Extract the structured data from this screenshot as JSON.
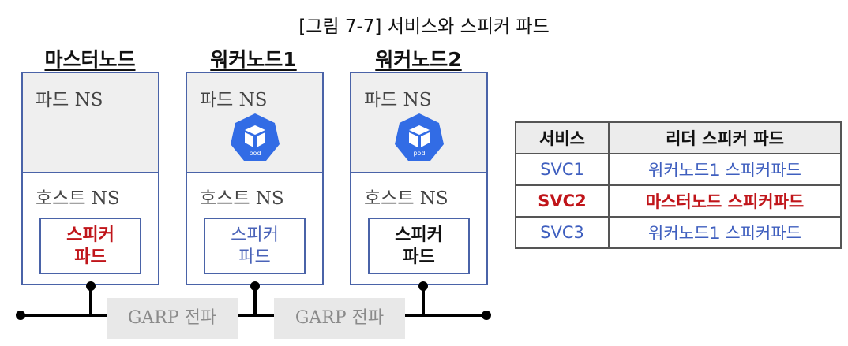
{
  "figure_title": "[그림 7-7] 서비스와 스피커 파드",
  "nodes": [
    {
      "title": "마스터노드",
      "pod_ns": "파드 NS",
      "host_ns": "호스트 NS",
      "speaker_line1": "스피커",
      "speaker_line2": "파드",
      "has_pod": false
    },
    {
      "title": "워커노드1",
      "pod_ns": "파드 NS",
      "host_ns": "호스트 NS",
      "speaker_line1": "스피커",
      "speaker_line2": "파드",
      "has_pod": true
    },
    {
      "title": "워커노드2",
      "pod_ns": "파드 NS",
      "host_ns": "호스트 NS",
      "speaker_line1": "스피커",
      "speaker_line2": "파드",
      "has_pod": true
    }
  ],
  "pod_icon_label": "pod",
  "garp_labels": [
    "GARP 전파",
    "GARP 전파"
  ],
  "table": {
    "headers": [
      "서비스",
      "리더 스피커 파드"
    ],
    "rows": [
      {
        "service": "SVC1",
        "leader": "워커노드1 스피커파드",
        "color": "#3f5fbf"
      },
      {
        "service": "SVC2",
        "leader": "마스터노드 스피커파드",
        "color": "#c0151a"
      },
      {
        "service": "SVC3",
        "leader": "워커노드1 스피커파드",
        "color": "#3f5fbf"
      }
    ]
  },
  "colors": {
    "border": "#4a63a8",
    "pod_icon": "#326ce5",
    "highlight_red": "#c0151a",
    "blue_text": "#3f5fbf"
  }
}
